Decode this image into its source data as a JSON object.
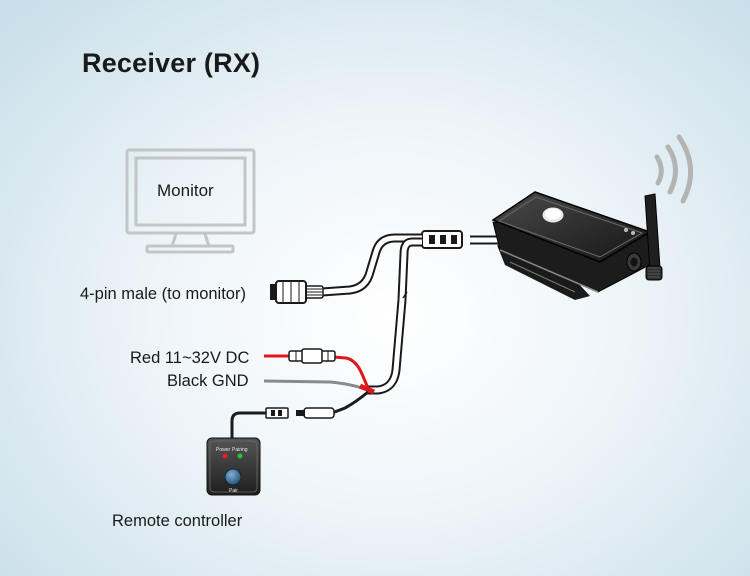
{
  "title": "Receiver (RX)",
  "labels": {
    "monitor": "Monitor",
    "four_pin": "4-pin male (to monitor)",
    "red_power": "Red 11~32V DC",
    "black_gnd": "Black  GND",
    "remote": "Remote  controller"
  },
  "remote_panel": {
    "power": "Power",
    "pairing": "Pairing",
    "pair_button": "Pair"
  },
  "colors": {
    "red_wire": "#e0161b",
    "black_wire": "#1c1c1c",
    "gray_wire": "#8a8a8a",
    "power_led": "#e8231f",
    "pairing_led": "#27c43a",
    "pair_button": "#3a6e9a"
  }
}
